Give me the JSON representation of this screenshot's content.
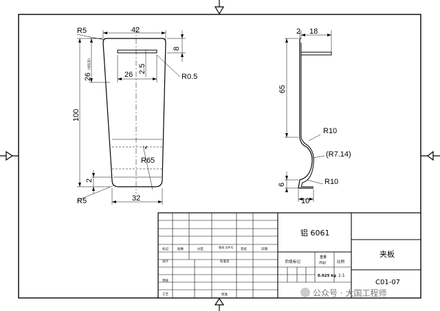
{
  "front_view": {
    "r_top": "R5",
    "width_top": "42",
    "height_26": "26",
    "height_26_note": "(线段高)",
    "slot_depth": "8",
    "slot_offset": "2.5",
    "slot_width": "26",
    "slot_radius": "R0.5",
    "total_height": "100",
    "arc_radius": "R65",
    "bottom_offset": "2",
    "r_bottom": "R5",
    "width_bottom": "32"
  },
  "side_view": {
    "thickness": "2",
    "tab_length": "18",
    "height_65": "65",
    "r10_top": "R10",
    "r_ref": "(R7.14)",
    "r10_bottom": "R10",
    "bottom_6": "6",
    "bottom_10": "10"
  },
  "title_block": {
    "material": "铝 6061",
    "part_name": "夹板",
    "part_number": "C01-07",
    "weight": "0.025 kg",
    "scale": "1:1",
    "weight_label": "重量",
    "weight_unit": "(Kg)",
    "scale_label": "比例",
    "stage_mark": "阶段标记",
    "row_labels": [
      "标记",
      "处数",
      "分区",
      "更改\n文件号",
      "签名",
      "日期"
    ],
    "row2_labels": [
      "设计",
      "标准化"
    ],
    "row3_label": "审核",
    "row4_labels": [
      "工艺",
      "批准"
    ]
  },
  "watermark": "公众号 · 大国工程师"
}
